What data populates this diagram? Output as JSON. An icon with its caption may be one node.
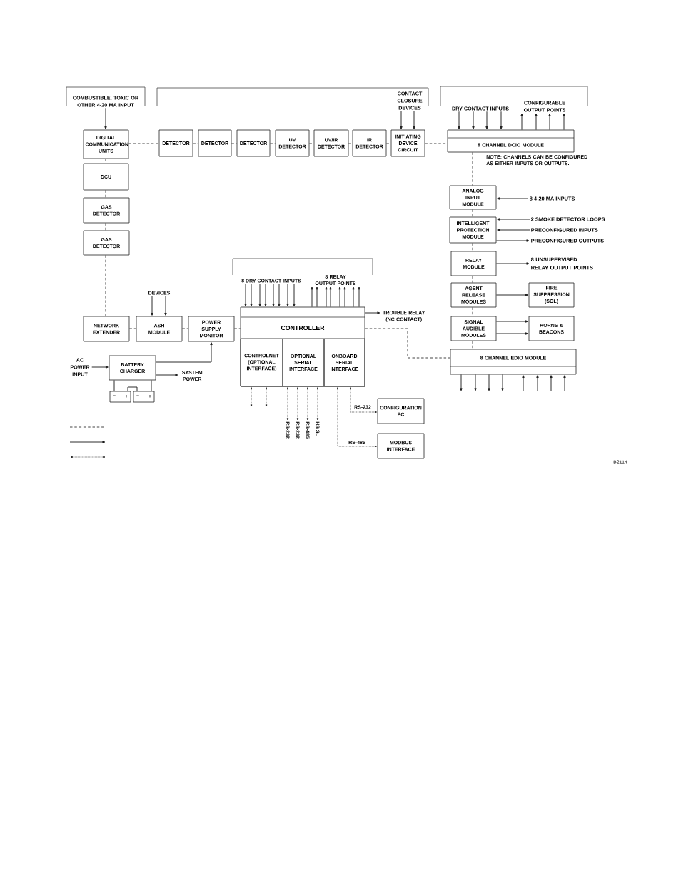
{
  "diagram": {
    "nodes": [
      {
        "text": [
          "COMBUSTIBLE, TOXIC OR OTHER 4-20 MA INPUT"
        ]
      },
      {
        "text": [
          "DIGITAL COMMUNICATION UNITS"
        ]
      },
      {
        "text": [
          "DETECTOR"
        ]
      },
      {
        "text": [
          "DETECTOR"
        ]
      },
      {
        "text": [
          "DETECTOR"
        ]
      },
      {
        "text": [
          "UV DETECTOR"
        ]
      },
      {
        "text": [
          "UV/IR DETECTOR"
        ]
      },
      {
        "text": [
          "IR DETECTOR"
        ]
      },
      {
        "text": [
          "CONTACT CLOSURE DEVICES"
        ]
      },
      {
        "text": [
          "INITIATING DEVICE CIRCUIT"
        ]
      },
      {
        "text": [
          "DRY CONTACT INPUTS"
        ]
      },
      {
        "text": [
          "CONFIGURABLE OUTPUT POINTS"
        ]
      },
      {
        "text": [
          "8 CHANNEL DCIO MODULE"
        ],
        "beside": [
          "NOTE: CHANNELS CAN BE CONFIGURED AS EITHER INPUTS OR OUTPUTS."
        ]
      },
      {
        "text": [
          "DCU"
        ]
      },
      {
        "text": [
          "GAS DETECTOR"
        ]
      },
      {
        "text": [
          "GAS DETECTOR"
        ]
      },
      {
        "text": [
          "ANALOG INPUT MODULE"
        ]
      },
      {
        "text": [
          "8 4-20 MA INPUTS"
        ]
      },
      {
        "text": [
          "INTELLIGENT PROTECTION MODULE"
        ]
      },
      {
        "text": [
          "2 SMOKE DETECTOR LOOPS"
        ]
      },
      {
        "text": [
          "PRECONFIGURED INPUTS"
        ]
      },
      {
        "text": [
          "PRECONFIGURED OUTPUTS"
        ]
      },
      {
        "text": [
          "RELAY MODULE"
        ]
      },
      {
        "text": [
          "8 UNSUPERVISED RELAY OUTPUT POINTS"
        ]
      },
      {
        "text": [
          "8 DRY CONTACT INPUTS"
        ]
      },
      {
        "text": [
          "8 RELAY OUTPUT POINTS"
        ]
      },
      {
        "text": [
          "DEVICES"
        ]
      },
      {
        "text": [
          "AGENT RELEASE MODULES"
        ]
      },
      {
        "text": [
          "FIRE SUPPRESSION (SOL)"
        ]
      },
      {
        "text": [
          "CONTROLLER"
        ]
      },
      {
        "text": [
          "CONTROLNET (OPTIONAL INTERFACE)"
        ],
        "in": 29
      },
      {
        "text": [
          "OPTIONAL SERIAL INTERFACE"
        ],
        "in": 29
      },
      {
        "text": [
          "ONBOARD SERIAL INTERFACE"
        ],
        "in": 29
      },
      {
        "text": [
          "TROUBLE RELAY (NC CONTACT)"
        ]
      },
      {
        "text": [
          "NETWORK EXTENDER"
        ]
      },
      {
        "text": [
          "ASH MODULE"
        ]
      },
      {
        "text": [
          "POWER SUPPLY MONITOR"
        ]
      },
      {
        "text": [
          "SIGNAL AUDIBLE MODULES"
        ]
      },
      {
        "text": [
          "HORNS & BEACONS"
        ]
      },
      {
        "text": [
          "8 CHANNEL EDIO MODULE"
        ]
      },
      {
        "text": [
          "AC POWER INPUT"
        ]
      },
      {
        "text": [
          "BATTERY CHARGER"
        ]
      },
      {
        "text": [
          "SYSTEM POWER"
        ]
      },
      {
        "text": [
          "−",
          "+"
        ]
      },
      {
        "text": [
          "−",
          "+"
        ]
      },
      {
        "text": [
          "RS-232"
        ]
      },
      {
        "text": [
          "RS-232"
        ]
      },
      {
        "text": [
          "RS-485"
        ]
      },
      {
        "text": [
          "HS SL"
        ]
      },
      {
        "text": [
          "CONFIGURATION PC"
        ]
      },
      {
        "text": [
          "MODBUS INTERFACE"
        ]
      }
    ],
    "edges": [
      {
        "from": 1,
        "to": 2,
        "arrow": "none",
        "style": "dashed"
      },
      {
        "from": 2,
        "to": 3,
        "arrow": "none",
        "style": "dashed"
      },
      {
        "from": 3,
        "to": 4,
        "arrow": "none",
        "style": "dashed"
      },
      {
        "from": 4,
        "to": 5,
        "arrow": "none",
        "style": "dashed"
      },
      {
        "from": 5,
        "to": 6,
        "arrow": "none",
        "style": "dashed"
      },
      {
        "from": 6,
        "to": 7,
        "arrow": "none",
        "style": "dashed"
      },
      {
        "from": 7,
        "to": 9,
        "arrow": "none",
        "style": "dashed"
      },
      {
        "from": 9,
        "to": 12,
        "arrow": "none",
        "style": "dashed"
      },
      {
        "from": 1,
        "to": 13,
        "arrow": "none",
        "style": "dashed"
      },
      {
        "from": 13,
        "to": 14,
        "arrow": "none",
        "style": "dashed"
      },
      {
        "from": 14,
        "to": 15,
        "arrow": "none",
        "style": "dashed"
      },
      {
        "from": 15,
        "to": 34,
        "arrow": "none",
        "style": "dashed"
      },
      {
        "from": 34,
        "to": 35,
        "arrow": "none",
        "style": "dashed"
      },
      {
        "from": 35,
        "to": 36,
        "arrow": "none",
        "style": "dashed"
      },
      {
        "from": 36,
        "to": 29,
        "arrow": "none",
        "style": "dashed"
      },
      {
        "from": 12,
        "to": 16,
        "arrow": "none",
        "style": "dashed"
      },
      {
        "from": 16,
        "to": 18,
        "arrow": "none",
        "style": "dashed"
      },
      {
        "from": 18,
        "to": 22,
        "arrow": "none",
        "style": "dashed"
      },
      {
        "from": 22,
        "to": 27,
        "arrow": "none",
        "style": "dashed"
      },
      {
        "from": 27,
        "to": 37,
        "arrow": "none",
        "style": "dashed"
      },
      {
        "from": 37,
        "to": 39,
        "arrow": "none",
        "style": "dashed"
      },
      {
        "from": 29,
        "to": 39,
        "arrow": "none",
        "style": "dashed"
      },
      {
        "from": 0,
        "to": 1,
        "arrow": "to"
      },
      {
        "from": 8,
        "to": 9,
        "arrow": "to"
      },
      {
        "from": 8,
        "to": 9,
        "arrow": "to"
      },
      {
        "from": 10,
        "to": 12,
        "arrow": "to"
      },
      {
        "from": 10,
        "to": 12,
        "arrow": "to"
      },
      {
        "from": 10,
        "to": 12,
        "arrow": "to"
      },
      {
        "from": 10,
        "to": 12,
        "arrow": "to"
      },
      {
        "from": 12,
        "to": 11,
        "arrow": "to"
      },
      {
        "from": 12,
        "to": 11,
        "arrow": "to"
      },
      {
        "from": 12,
        "to": 11,
        "arrow": "to"
      },
      {
        "from": 12,
        "to": 11,
        "arrow": "to"
      },
      {
        "from": 17,
        "to": 16,
        "arrow": "to"
      },
      {
        "from": 19,
        "to": 18,
        "arrow": "to"
      },
      {
        "from": 20,
        "to": 18,
        "arrow": "to"
      },
      {
        "from": 18,
        "to": 21,
        "arrow": "to"
      },
      {
        "from": 22,
        "to": 23,
        "arrow": "to"
      },
      {
        "from": 27,
        "to": 28,
        "arrow": "to"
      },
      {
        "from": 37,
        "to": 38,
        "arrow": "to"
      },
      {
        "from": 37,
        "to": 38,
        "arrow": "to"
      },
      {
        "from": 39,
        "to": null,
        "arrow": "to"
      },
      {
        "from": 39,
        "to": null,
        "arrow": "to"
      },
      {
        "from": 39,
        "to": null,
        "arrow": "to"
      },
      {
        "from": 39,
        "to": null,
        "arrow": "to"
      },
      {
        "from": null,
        "to": 39,
        "arrow": "to"
      },
      {
        "from": null,
        "to": 39,
        "arrow": "to"
      },
      {
        "from": null,
        "to": 39,
        "arrow": "to"
      },
      {
        "from": null,
        "to": 39,
        "arrow": "to"
      },
      {
        "from": 26,
        "to": 35,
        "arrow": "to"
      },
      {
        "from": 26,
        "to": 35,
        "arrow": "to"
      },
      {
        "from": 40,
        "to": 41,
        "arrow": "to"
      },
      {
        "from": 41,
        "to": 36,
        "arrow": "to"
      },
      {
        "from": 41,
        "to": 42,
        "arrow": "to"
      },
      {
        "from": 24,
        "to": 29,
        "arrow": "to"
      },
      {
        "from": 24,
        "to": 29,
        "arrow": "to"
      },
      {
        "from": 24,
        "to": 29,
        "arrow": "to"
      },
      {
        "from": 24,
        "to": 29,
        "arrow": "to"
      },
      {
        "from": 24,
        "to": 29,
        "arrow": "to"
      },
      {
        "from": 24,
        "to": 29,
        "arrow": "to"
      },
      {
        "from": 24,
        "to": 29,
        "arrow": "to"
      },
      {
        "from": 24,
        "to": 29,
        "arrow": "to"
      },
      {
        "from": 29,
        "to": 25,
        "arrow": "to"
      },
      {
        "from": 29,
        "to": 25,
        "arrow": "to"
      },
      {
        "from": 29,
        "to": 25,
        "arrow": "to"
      },
      {
        "from": 29,
        "to": 25,
        "arrow": "to"
      },
      {
        "from": 29,
        "to": 25,
        "arrow": "to"
      },
      {
        "from": 29,
        "to": 25,
        "arrow": "to"
      },
      {
        "from": 29,
        "to": 25,
        "arrow": "to"
      },
      {
        "from": 29,
        "to": 25,
        "arrow": "to"
      },
      {
        "from": 29,
        "to": 33,
        "arrow": "to"
      },
      {
        "from": 30,
        "to": null,
        "arrow": "both",
        "style": "dashed"
      },
      {
        "from": 30,
        "to": null,
        "arrow": "both",
        "style": "dashed"
      },
      {
        "from": 31,
        "to": 45,
        "arrow": "both",
        "style": "dashed"
      },
      {
        "from": 31,
        "to": 46,
        "arrow": "both",
        "style": "dashed"
      },
      {
        "from": 31,
        "to": 47,
        "arrow": "both",
        "style": "dashed"
      },
      {
        "from": 31,
        "to": 48,
        "arrow": "both",
        "style": "dashed"
      },
      {
        "from": 32,
        "to": 49,
        "arrow": "both",
        "style": "dashed",
        "label": "RS-232"
      },
      {
        "from": 32,
        "to": 50,
        "arrow": "both",
        "style": "dashed",
        "label": "RS-485"
      },
      {
        "from": 41,
        "to": 43,
        "arrow": "none"
      },
      {
        "from": 41,
        "to": 44,
        "arrow": "none"
      },
      {
        "from": 43,
        "to": 44,
        "arrow": "none"
      }
    ],
    "labels": [
      "B2114"
    ]
  }
}
